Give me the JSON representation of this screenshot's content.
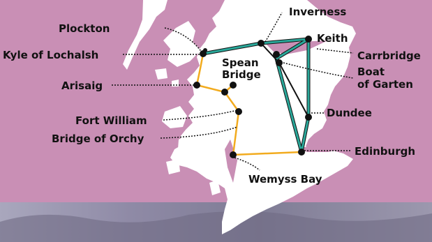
{
  "colors": {
    "background": "#c98fb5",
    "land": "#ffffff",
    "route_orange": "#f2ab1e",
    "route_teal": "#2aa89a",
    "route_outline": "#111111",
    "photo_strip": "#8f8aa6"
  },
  "icons": {
    "station": "filled-circle"
  },
  "places": [
    {
      "id": "plockton",
      "label": "Plockton"
    },
    {
      "id": "kyle-of-lochalsh",
      "label": "Kyle of Lochalsh"
    },
    {
      "id": "arisaig",
      "label": "Arisaig"
    },
    {
      "id": "fort-william",
      "label": "Fort William"
    },
    {
      "id": "bridge-of-orchy",
      "label": "Bridge of Orchy"
    },
    {
      "id": "spean-bridge",
      "label": "Spean Bridge",
      "lines": [
        "Spean",
        "Bridge"
      ]
    },
    {
      "id": "inverness",
      "label": "Inverness"
    },
    {
      "id": "keith",
      "label": "Keith"
    },
    {
      "id": "carrbridge",
      "label": "Carrbridge"
    },
    {
      "id": "boat-of-garten",
      "label": "Boat of Garten",
      "lines": [
        "Boat",
        "of Garten"
      ]
    },
    {
      "id": "dundee",
      "label": "Dundee"
    },
    {
      "id": "edinburgh",
      "label": "Edinburgh"
    },
    {
      "id": "wemyss-bay",
      "label": "Wemyss Bay"
    }
  ]
}
